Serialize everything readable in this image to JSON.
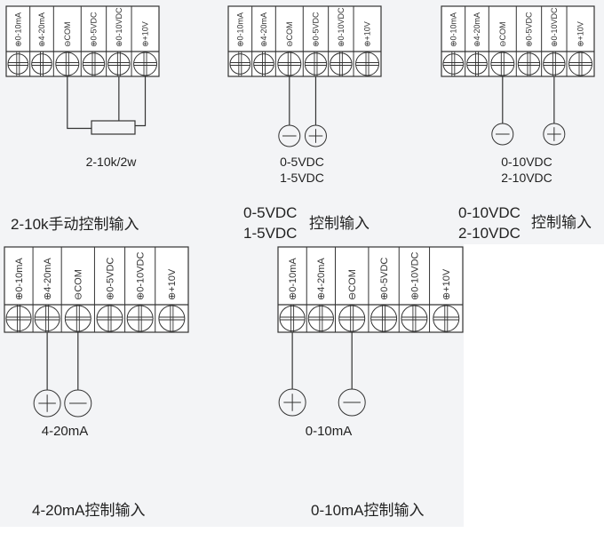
{
  "terminal_labels": [
    "0-10mA",
    "4-20mA",
    "COM",
    "0-5VDC",
    "0-10VDC",
    "+10V"
  ],
  "terminal_symbols": [
    "plus",
    "plus",
    "minus",
    "plus",
    "plus",
    "plus"
  ],
  "colors": {
    "line": "#333333",
    "background": "#f3f4f6",
    "text": "#222222"
  },
  "diagrams": [
    {
      "id": "potentiometer",
      "connected_terminals": [
        "COM",
        "0-10VDC",
        "+10V"
      ],
      "device": "resistor",
      "device_label": "2-10k/2w",
      "title": "2-10k手动控制输入"
    },
    {
      "id": "voltage-0-5",
      "connected_terminals": [
        "COM",
        "0-5VDC"
      ],
      "polarity": [
        "minus",
        "plus"
      ],
      "signal_lines": [
        "0-5VDC",
        "1-5VDC"
      ],
      "title_lines": [
        "0-5VDC",
        "1-5VDC"
      ],
      "title_suffix": "控制输入"
    },
    {
      "id": "voltage-0-10",
      "connected_terminals": [
        "COM",
        "0-10VDC"
      ],
      "polarity": [
        "minus",
        "plus"
      ],
      "signal_lines": [
        "0-10VDC",
        "2-10VDC"
      ],
      "title_lines": [
        "0-10VDC",
        "2-10VDC"
      ],
      "title_suffix": "控制输入"
    },
    {
      "id": "current-4-20",
      "connected_terminals": [
        "4-20mA",
        "COM"
      ],
      "polarity": [
        "plus",
        "minus"
      ],
      "signal_label": "4-20mA",
      "title": "4-20mA控制输入"
    },
    {
      "id": "current-0-10",
      "connected_terminals": [
        "0-10mA",
        "COM"
      ],
      "polarity": [
        "plus",
        "minus"
      ],
      "signal_label": "0-10mA",
      "title": "0-10mA控制输入"
    }
  ]
}
